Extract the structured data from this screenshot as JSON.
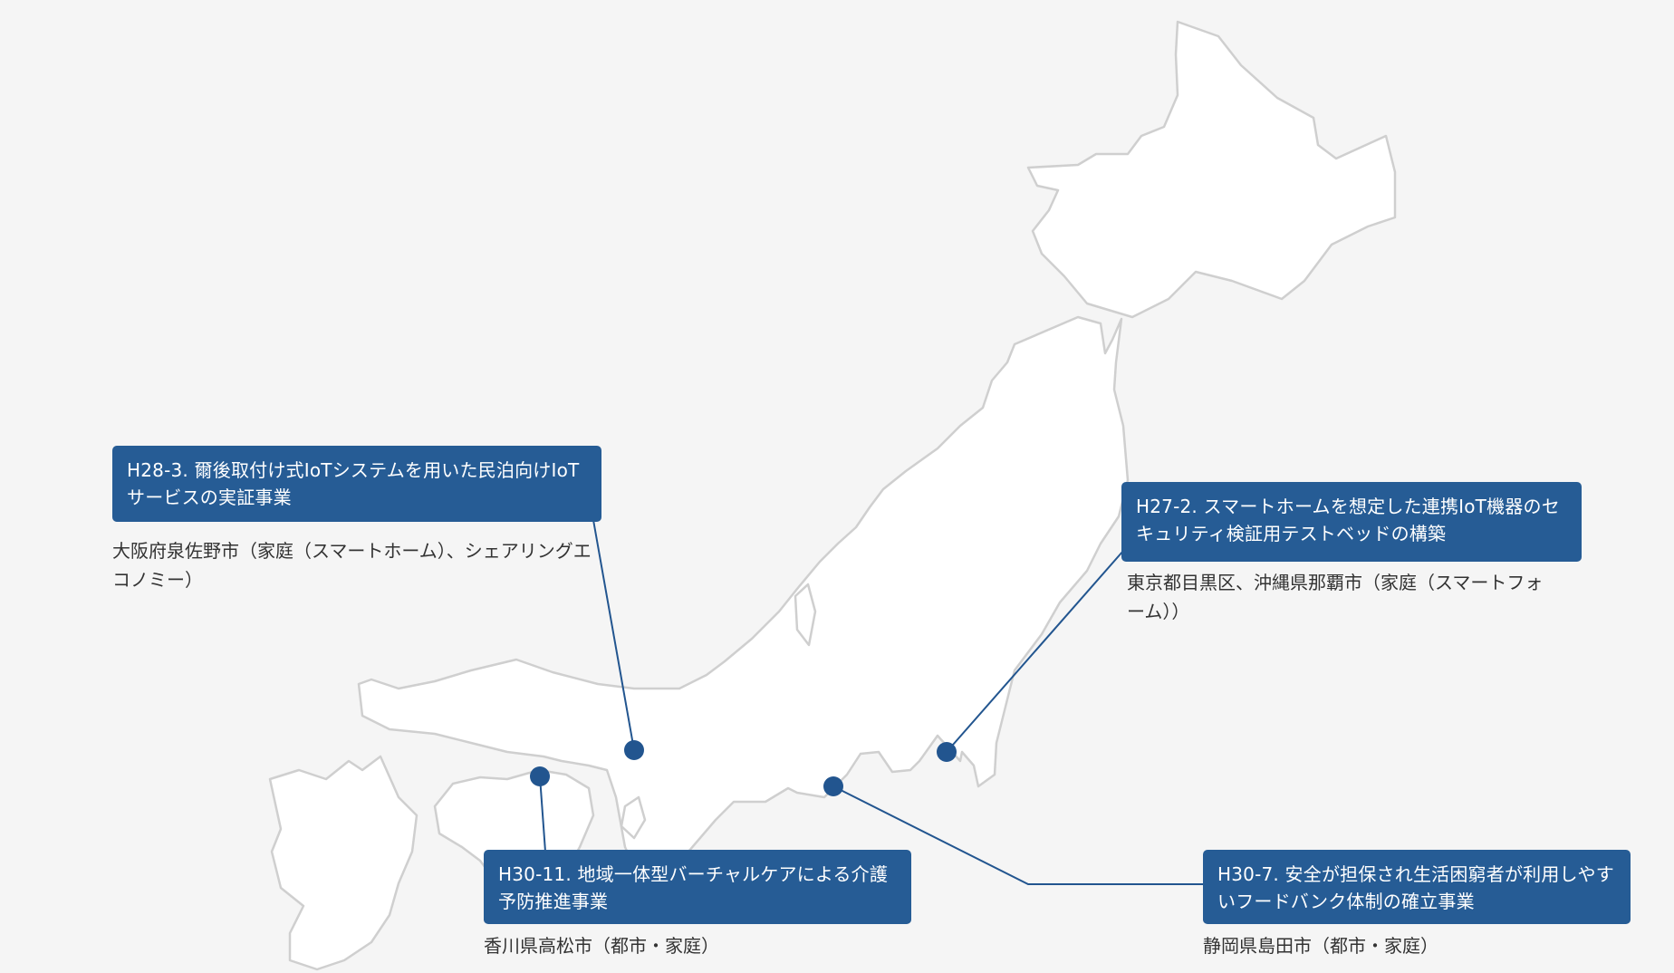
{
  "colors": {
    "background": "#f5f5f5",
    "land": "#ffffff",
    "coast": "#cfcfcf",
    "accent": "#265c95"
  },
  "projects": [
    {
      "label": "H28-3. 爾後取付け式IoTシステムを用いた民泊向けIoTサービスの実証事業",
      "location": "大阪府泉佐野市（家庭（スマートホーム）、シェアリングエコノミー）"
    },
    {
      "label": "H27-2. スマートホームを想定した連携IoT機器のセキュリティ検証用テストベッドの構築",
      "location": "東京都目黒区、沖縄県那覇市（家庭（スマートフォーム））"
    },
    {
      "label": "H30-11. 地域一体型バーチャルケアによる介護予防推進事業",
      "location": "香川県高松市（都市・家庭）"
    },
    {
      "label": "H30-7. 安全が担保され生活困窮者が利用しやすいフードバンク体制の確立事業",
      "location": "静岡県島田市（都市・家庭）"
    }
  ]
}
